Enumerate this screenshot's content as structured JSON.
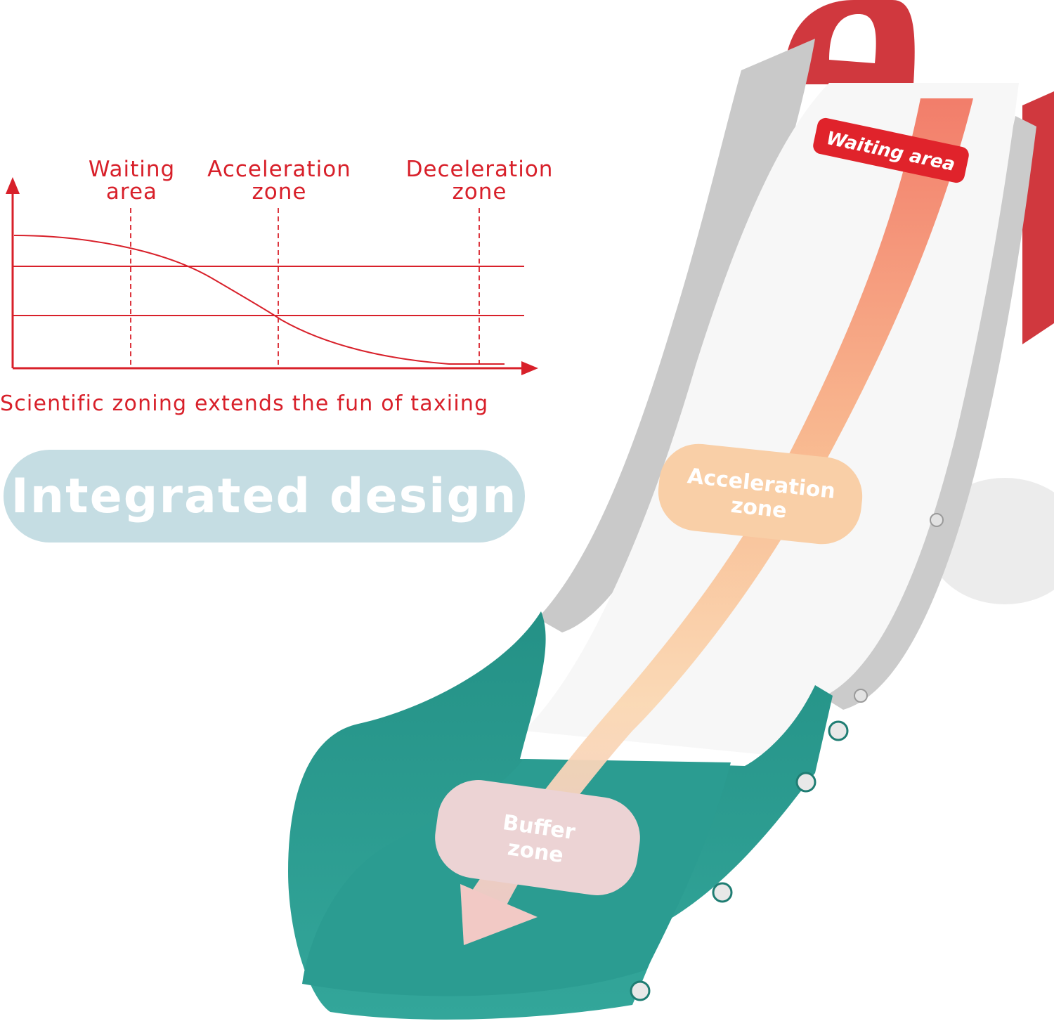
{
  "chart": {
    "labels": [
      {
        "line1": "Waiting",
        "line2": "area"
      },
      {
        "line1": "Acceleration",
        "line2": "zone"
      },
      {
        "line1": "Deceleration",
        "line2": "zone"
      }
    ],
    "caption": "Scientific zoning extends the fun of taxiing"
  },
  "banner": {
    "text": "Integrated design"
  },
  "slide": {
    "waiting_tag": "Waiting area",
    "acceleration_tag_line1": "Acceleration",
    "acceleration_tag_line2": "zone",
    "buffer_tag_line1": "Buffer",
    "buffer_tag_line2": "zone"
  },
  "colors": {
    "accent_red": "#d8202a",
    "teal": "#2e9a90",
    "gray_rail": "#c8c8c8",
    "pill_bg": "#c5dde3"
  }
}
